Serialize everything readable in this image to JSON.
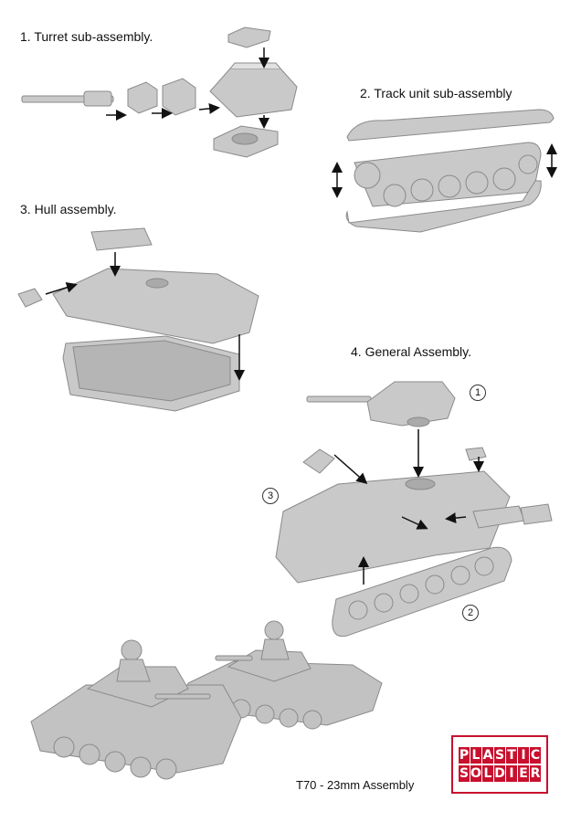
{
  "steps": {
    "turret": "1. Turret sub-assembly.",
    "track": "2. Track unit sub-assembly",
    "hull": "3. Hull assembly.",
    "general": "4. General Assembly."
  },
  "callouts": {
    "one": "1",
    "two": "2",
    "three": "3"
  },
  "caption": "T70 - 23mm Assembly",
  "logo": {
    "line1": "PLASTIC",
    "line2": "SOLDIER",
    "color": "#c8102e"
  }
}
